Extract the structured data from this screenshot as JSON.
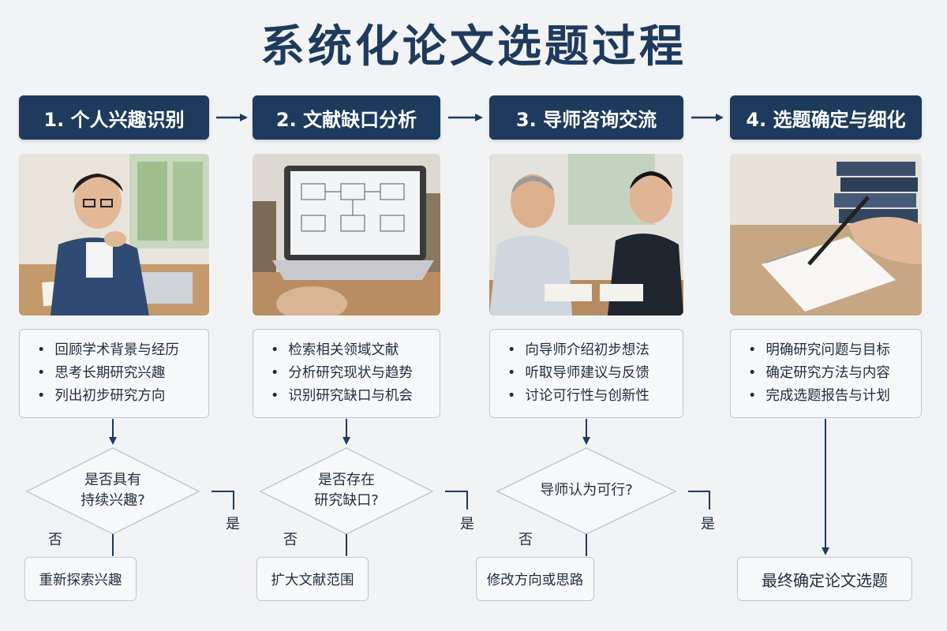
{
  "title": "系统化论文选题过程",
  "steps": [
    {
      "header": "1. 个人兴趣识别",
      "photo_icon": "student-reading-photo",
      "bullets": [
        "回顾学术背景与经历",
        "思考长期研究兴趣",
        "列出初步研究方向"
      ],
      "decision": {
        "line1": "是否具有",
        "line2": "持续兴趣?"
      },
      "no_label": "否",
      "yes_label": "是",
      "result": "重新探索兴趣"
    },
    {
      "header": "2. 文献缺口分析",
      "photo_icon": "laptop-literature-photo",
      "bullets": [
        "检索相关领域文献",
        "分析研究现状与趋势",
        "识别研究缺口与机会"
      ],
      "decision": {
        "line1": "是否存在",
        "line2": "研究缺口?"
      },
      "no_label": "否",
      "yes_label": "是",
      "result": "扩大文献范围"
    },
    {
      "header": "3. 导师咨询交流",
      "photo_icon": "advisor-meeting-photo",
      "bullets": [
        "向导师介绍初步想法",
        "听取导师建议与反馈",
        "讨论可行性与创新性"
      ],
      "decision": {
        "line1": "导师认为可行?",
        "line2": ""
      },
      "no_label": "否",
      "yes_label": "是",
      "result": "修改方向或思路"
    },
    {
      "header": "4. 选题确定与细化",
      "photo_icon": "writing-notebook-photo",
      "bullets": [
        "明确研究问题与目标",
        "确定研究方法与内容",
        "完成选题报告与计划"
      ],
      "result": "最终确定论文选题"
    }
  ],
  "colors": {
    "header_bg": "#1e3a5c",
    "background": "#f2f3f5",
    "line": "#1e3a5c",
    "box_border": "#bfc8d3"
  }
}
